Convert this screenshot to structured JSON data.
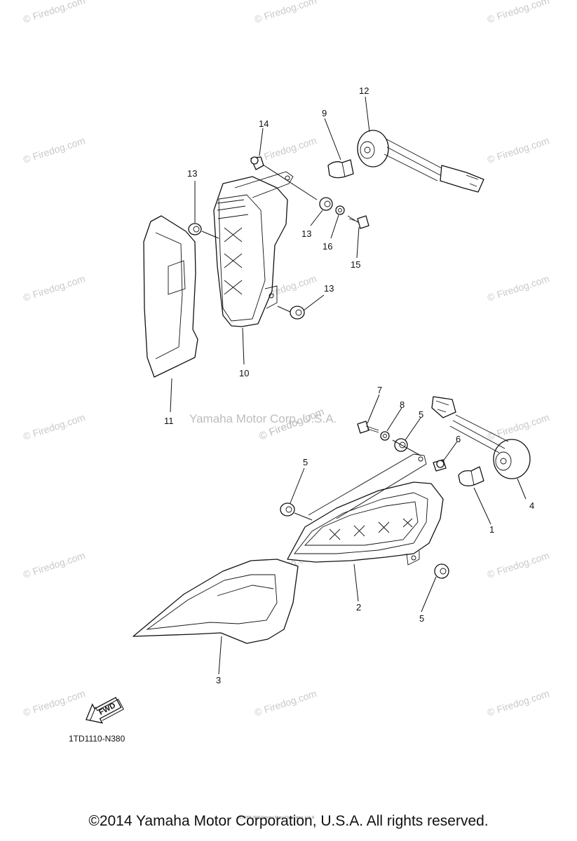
{
  "watermark": "© Firedog.com",
  "center_watermark": {
    "text": "Yamaha Motor Corp, U.S.A.",
    "firedog": "© Firedog.com"
  },
  "callouts": {
    "c1": "1",
    "c2": "2",
    "c3": "3",
    "c4": "4",
    "c5a": "5",
    "c5b": "5",
    "c5c": "5",
    "c6": "6",
    "c7": "7",
    "c8": "8",
    "c9": "9",
    "c10": "10",
    "c11": "11",
    "c12": "12",
    "c13a": "13",
    "c13b": "13",
    "c13c": "13",
    "c14": "14",
    "c15": "15",
    "c16": "16"
  },
  "fwd_label": "FWD",
  "diagram_ref": "1TD1110-N380",
  "tiny_copyright": "(c) 2008-2016 Yamaha Motor Corporation, U.S.A.",
  "footer": "©2014 Yamaha Motor Corporation, U.S.A. All rights reserved."
}
